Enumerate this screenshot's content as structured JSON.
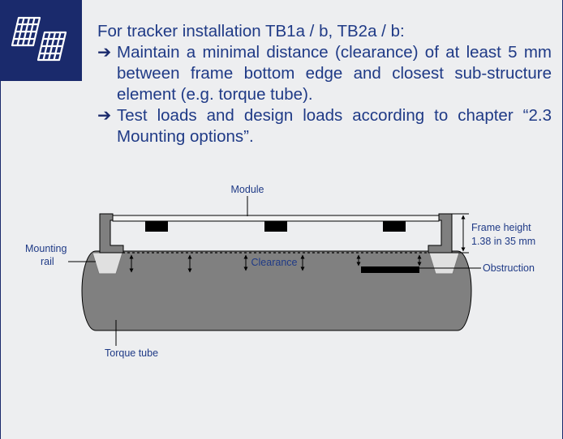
{
  "intro": "For tracker installation TB1a / b, TB2a / b:",
  "bullets": [
    {
      "icon": "arrow-right-icon",
      "text": "Maintain a minimal distance (clearance) of at least 5 mm between frame bottom edge and closest sub-structure element (e.g. torque tube)."
    },
    {
      "icon": "arrow-right-icon",
      "text": "Test loads and design loads according to chapter “2.3 Mounting options”."
    }
  ],
  "header_icon": "solar-panels-icon",
  "diagram": {
    "module_label": "Module",
    "frame_height_label": "Frame height",
    "frame_height_value": "1.38 in 35 mm",
    "mounting_rail_label_line1": "Mounting",
    "mounting_rail_label_line2": "rail",
    "clearance_label": "Clearance",
    "obstruction_label": "Obstruction",
    "torque_tube_label": "Torque tube"
  },
  "colors": {
    "brand_navy": "#1a2a6c",
    "text_blue": "#1f3a86",
    "panel_bg": "#edeef0",
    "tube_gray": "#7f7f7f"
  }
}
